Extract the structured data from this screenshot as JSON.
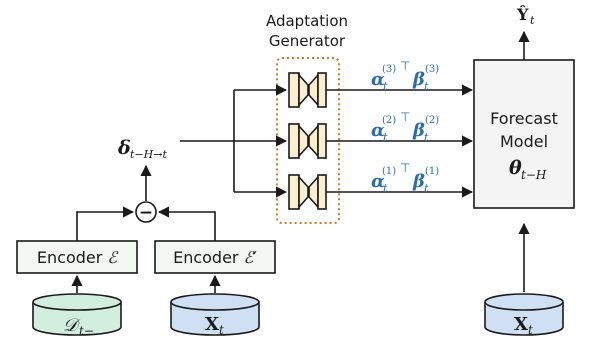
{
  "colors": {
    "stroke": "#1a1a1a",
    "encoder_fill": "#f3f8f4",
    "forecast_fill": "#f4f4f4",
    "cyl_green": "#d2eedf",
    "cyl_blue": "#cfe0f4",
    "generator_fill": "#fbefcf",
    "dotted_box": "#d07a2a",
    "adapt_text": "#2a6db3"
  },
  "generator": {
    "title_line1": "Adaptation",
    "title_line2": "Generator"
  },
  "output": {
    "label": "Ŷ",
    "subscript": "t"
  },
  "forecast": {
    "line1": "Forecast",
    "line2": "Model",
    "param_symbol": "θ",
    "param_subscript": "t−H"
  },
  "delta": {
    "symbol": "δ",
    "subscript": "t−H→t"
  },
  "adaptations": [
    {
      "alpha": "α",
      "beta": "β",
      "sub": "t",
      "index": "(3)",
      "transpose": "⊤"
    },
    {
      "alpha": "α",
      "beta": "β",
      "sub": "t",
      "index": "(2)",
      "transpose": "⊤"
    },
    {
      "alpha": "α",
      "beta": "β",
      "sub": "t",
      "index": "(1)",
      "transpose": "⊤"
    }
  ],
  "minus_symbol": "−",
  "encoders": [
    {
      "label": "Encoder ",
      "symbol": "ℰ",
      "prime": ""
    },
    {
      "label": "Encoder ",
      "symbol": "ℰ",
      "prime": "′"
    }
  ],
  "inputs": {
    "history": {
      "symbol": "𝒟",
      "subscript": "t−"
    },
    "current": {
      "symbol": "X",
      "subscript": "t"
    },
    "forecast_input": {
      "symbol": "X",
      "subscript": "t"
    }
  }
}
